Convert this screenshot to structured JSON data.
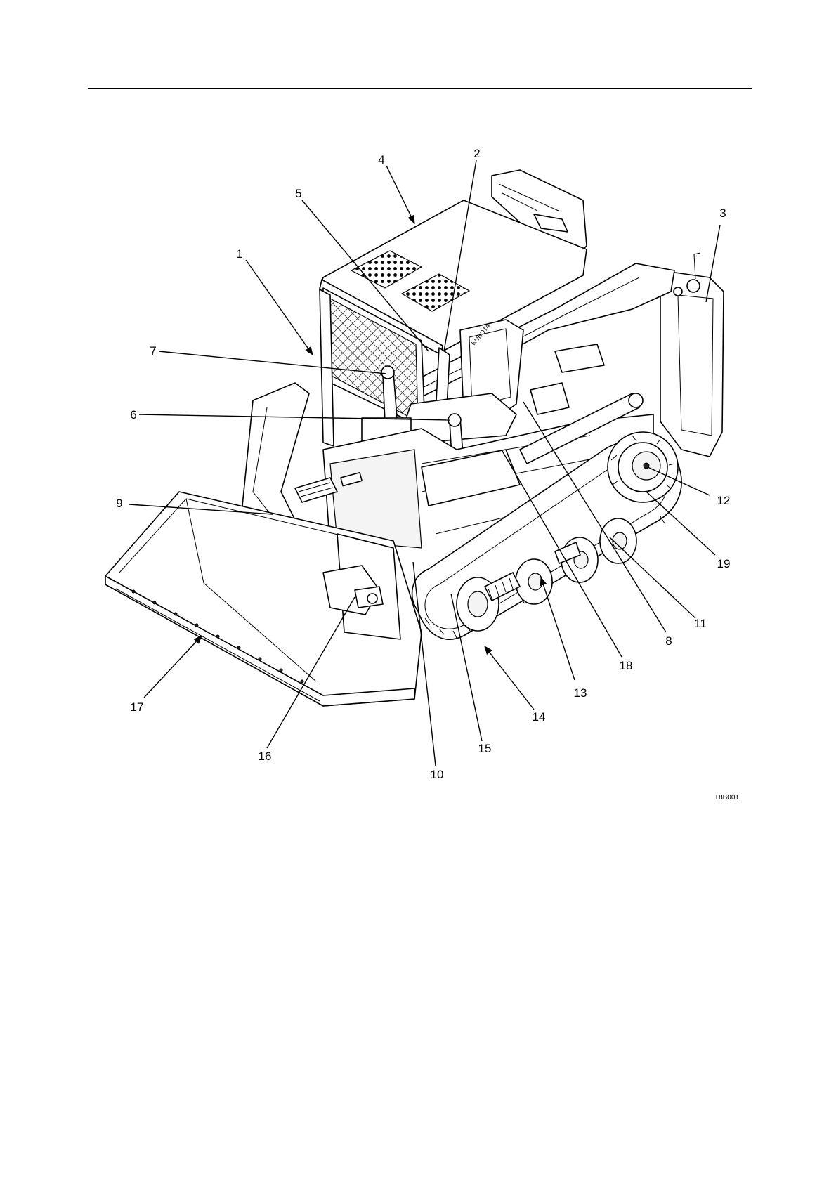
{
  "figure_code": "T8B001",
  "callouts": [
    "1",
    "2",
    "3",
    "4",
    "5",
    "6",
    "7",
    "8",
    "9",
    "10",
    "11",
    "12",
    "13",
    "14",
    "15",
    "16",
    "17",
    "18",
    "19"
  ],
  "icons": {
    "machine": "track-loader-illustration",
    "arrow": "leader-arrow"
  }
}
